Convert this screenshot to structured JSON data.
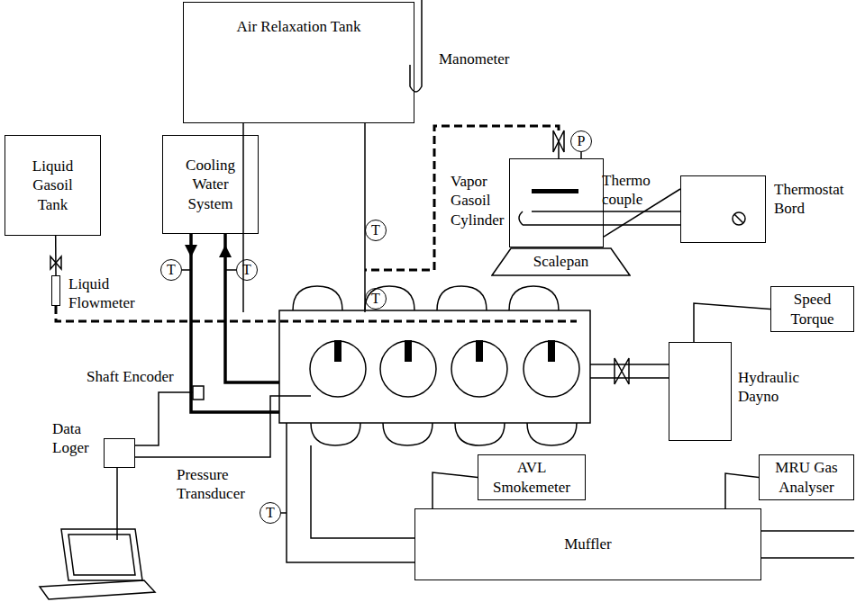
{
  "diagram": {
    "nodes": [
      {
        "text": [
          "Air Relaxation Tank"
        ]
      },
      {
        "text": [
          "Liquid Gasoil Tank"
        ]
      },
      {
        "text": [
          "Cooling Water System"
        ]
      },
      {
        "text": [
          "Vapor Gasoil Cylinder"
        ]
      },
      {
        "text": [
          "P"
        ]
      },
      {
        "text": [
          "Thermostat Bord"
        ]
      },
      {
        "text": [
          "T"
        ]
      },
      {
        "text": [
          "T"
        ]
      },
      {
        "text": [
          "T"
        ]
      },
      {
        "text": [
          "T"
        ]
      },
      {
        "text": [
          "Scalepan"
        ]
      },
      {
        "text": [
          "Speed Torque"
        ]
      },
      {
        "text": [
          "Liquid Flowmeter"
        ]
      },
      {
        "text": [
          "Hydraulic Dayno"
        ]
      },
      {
        "text": [
          "Data Loger"
        ]
      },
      {
        "text": [
          "T"
        ]
      },
      {
        "text": [
          "AVL Smokemeter"
        ]
      },
      {
        "text": [
          "MRU Gas Analyser"
        ]
      },
      {
        "text": [
          "Muffler"
        ]
      }
    ],
    "edges": [
      {
        "from": 1,
        "to": 12,
        "arrow": "none"
      },
      {
        "from": 11,
        "to": 13,
        "arrow": "none"
      },
      {
        "from": 3,
        "to": 4,
        "arrow": "none"
      },
      {
        "from": 3,
        "to": 5,
        "arrow": "none"
      },
      {
        "from": 16,
        "to": 18,
        "arrow": "none"
      },
      {
        "from": 17,
        "to": 18,
        "arrow": "none"
      }
    ],
    "labels": [
      "Manometer",
      "Thermo couple",
      "Shaft Encoder",
      "Pressure Transducer"
    ]
  }
}
